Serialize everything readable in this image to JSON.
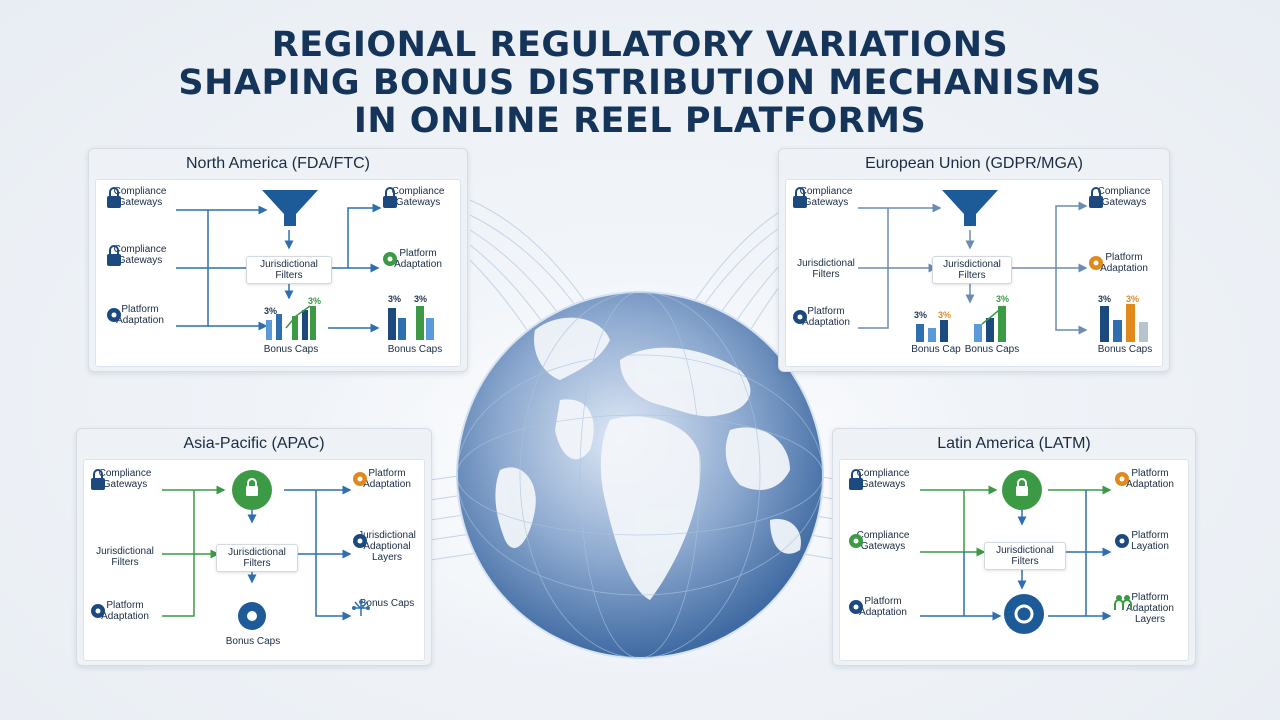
{
  "title": {
    "line1": "REGIONAL REGULATORY VARIATIONS",
    "line2": "SHAPING BONUS DISTRIBUTION MECHANISMS",
    "line3": "IN ONLINE REEL PLATFORMS"
  },
  "colors": {
    "navy": "#1d4a7e",
    "blue": "#2f6fb0",
    "green": "#3c9a45",
    "orange": "#e08a1e",
    "title": "#14345a"
  },
  "panels": {
    "na": {
      "title": "North America (FDA/FTC)",
      "n1": "Compliance Gateways",
      "n2": "Compliance Gateways",
      "n3": "Platform Adaptation",
      "filter": "Jurisdictional Filters",
      "caps_mid": "Bonus Caps",
      "pct_mid_a": "3%",
      "pct_mid_b": "3%",
      "right_top": "Compliance Gateways",
      "right_mid": "Platform Adaptation",
      "caps_right": "Bonus Caps",
      "pct_r_a": "3%",
      "pct_r_b": "3%"
    },
    "eu": {
      "title": "European Union (GDPR/MGA)",
      "n1": "Compliance Gateways",
      "n2": "Jurisdictional Filters",
      "n3": "Platform Adaptation",
      "filter": "Jurisdictional Filters",
      "caps_a": "Bonus Cap",
      "caps_b": "Bonus Caps",
      "pct_a1": "3%",
      "pct_a2": "3%",
      "pct_b1": "3%",
      "right_top": "Compliance Gateways",
      "right_mid": "Platform Adaptation",
      "caps_right": "Bonus Caps",
      "pct_r_a": "3%",
      "pct_r_b": "3%"
    },
    "apac": {
      "title": "Asia-Pacific (APAC)",
      "n1": "Compliance Gateways",
      "n2": "Jurisdictional Filters",
      "n3": "Platform Adaptation",
      "filter": "Jurisdictional Filters",
      "caps_mid": "Bonus Caps",
      "right_top": "Platform Adaptation",
      "right_mid": "Jurisdictional Adaptional Layers",
      "right_bot": "Bonus Caps"
    },
    "latm": {
      "title": "Latin America (LATM)",
      "n1": "Compliance Gateways",
      "n2": "Compliance Gateways",
      "n3": "Platform Adaptation",
      "filter": "Jurisdictional Filters",
      "right_top": "Platform Adaptation",
      "right_mid": "Platform Layation",
      "right_bot": "Platform Adaptation Layers"
    }
  }
}
